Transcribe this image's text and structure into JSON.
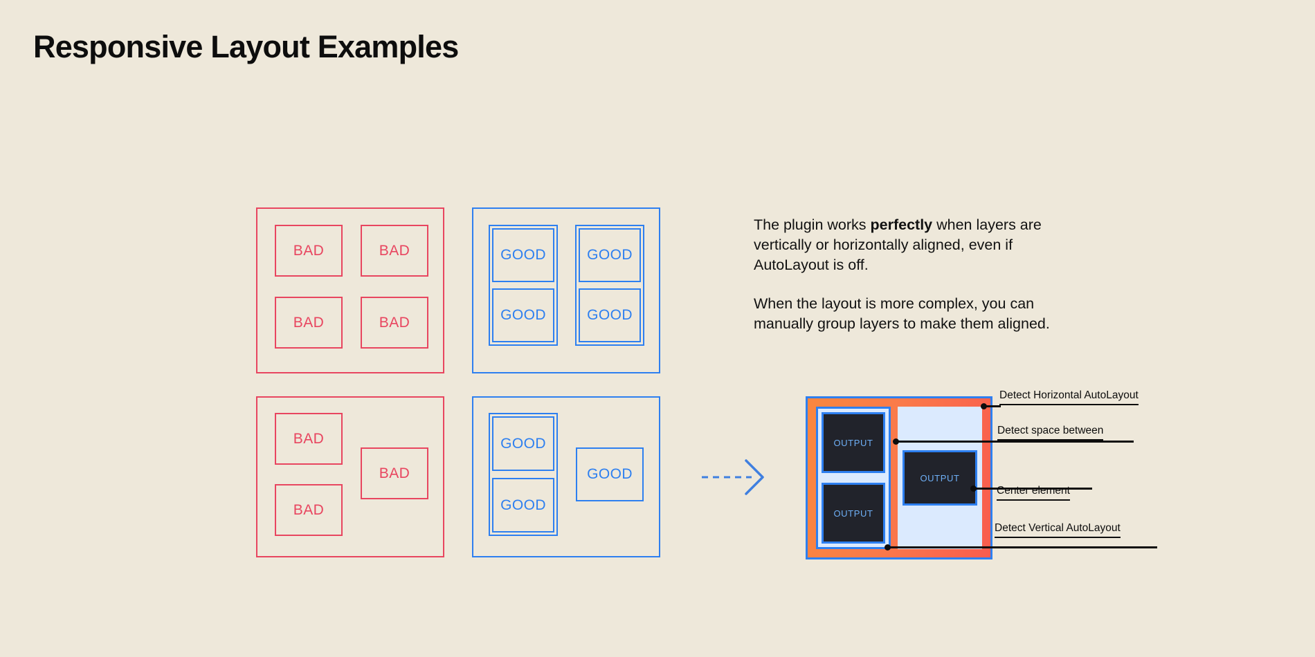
{
  "page": {
    "title": "Responsive Layout Examples",
    "background_color": "#eee8da",
    "bad_color": "#e8455f",
    "good_color": "#2d7ff0",
    "text_color": "#0d0d0d"
  },
  "examples": {
    "bad_label": "BAD",
    "good_label": "GOOD",
    "groups": [
      {
        "id": "bad-grid",
        "kind": "bad",
        "cells": [
          "BAD",
          "BAD",
          "BAD",
          "BAD"
        ]
      },
      {
        "id": "good-grid",
        "kind": "good",
        "cells": [
          "GOOD",
          "GOOD",
          "GOOD",
          "GOOD"
        ]
      },
      {
        "id": "bad-staggered",
        "kind": "bad",
        "cells": [
          "BAD",
          "BAD",
          "BAD"
        ]
      },
      {
        "id": "good-grouped",
        "kind": "good",
        "cells": [
          "GOOD",
          "GOOD",
          "GOOD"
        ]
      }
    ]
  },
  "copy": {
    "paragraph_1_a": "The plugin works ",
    "paragraph_1_bold": "perfectly",
    "paragraph_1_b": " when layers are vertically or horizontally aligned, even if AutoLayout is off.",
    "paragraph_2": "When the layout is more complex, you can manually group layers to make them aligned."
  },
  "arrow": {
    "icon": "dashed-arrow-right-icon",
    "color": "#3f7fe0"
  },
  "output_panel": {
    "output_label": "OUTPUT",
    "border_color": "#2d7ff0",
    "gradient_from": "#f9873f",
    "gradient_to": "#f95c4e",
    "container_color": "#dbeafe",
    "box_color": "#21232b",
    "boxes": [
      "OUTPUT",
      "OUTPUT",
      "OUTPUT"
    ]
  },
  "callouts": [
    {
      "label": "Detect Horizontal AutoLayout"
    },
    {
      "label": "Detect space between"
    },
    {
      "label": "Center element"
    },
    {
      "label": "Detect Vertical AutoLayout"
    }
  ]
}
